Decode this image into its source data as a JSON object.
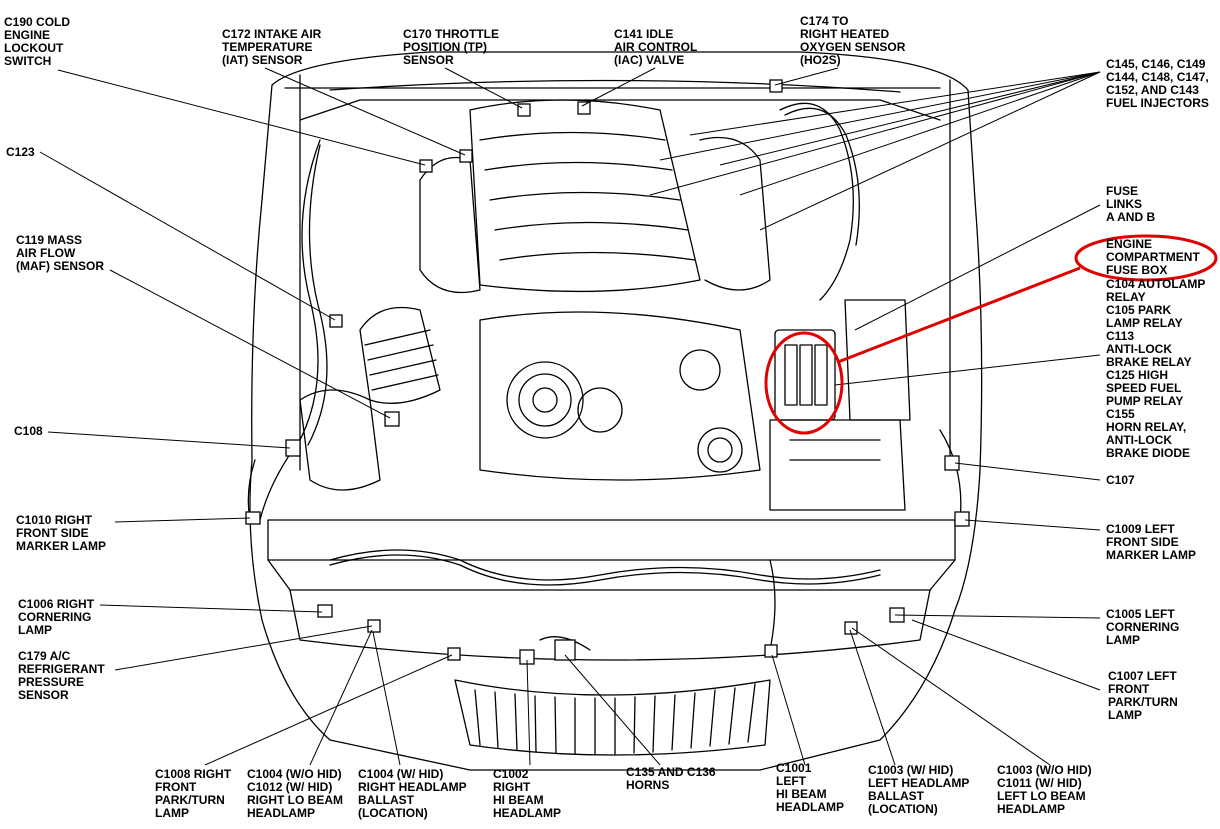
{
  "highlight_color": "#e00000",
  "labels": {
    "c190": "C190 COLD\nENGINE\nLOCKOUT\nSWITCH",
    "c172": "C172 INTAKE AIR\nTEMPERATURE\n(IAT) SENSOR",
    "c170": "C170 THROTTLE\nPOSITION (TP)\nSENSOR",
    "c141": "C141 IDLE\nAIR CONTROL\n(IAC) VALVE",
    "c174": "C174 TO\nRIGHT HEATED\nOXYGEN SENSOR\n(HO2S)",
    "injectors": "C145, C146, C149\nC144, C148, C147,\nC152, AND C143\nFUEL INJECTORS",
    "c123": "C123",
    "fuse_links": "FUSE\nLINKS\nA AND B",
    "fuse_box": "ENGINE\nCOMPARTMENT\nFUSE BOX",
    "c119": "C119 MASS\nAIR FLOW\n(MAF) SENSOR",
    "relays": "C104 AUTOLAMP\nRELAY\nC105 PARK\nLAMP RELAY\nC113\nANTI-LOCK\nBRAKE RELAY\nC125 HIGH\nSPEED FUEL\nPUMP RELAY\nC155\nHORN RELAY,\nANTI-LOCK\nBRAKE DIODE",
    "c108": "C108",
    "c107": "C107",
    "c1010": "C1010 RIGHT\nFRONT SIDE\nMARKER LAMP",
    "c1009": "C1009 LEFT\nFRONT SIDE\nMARKER LAMP",
    "c1006": "C1006 RIGHT\nCORNERING\nLAMP",
    "c1005": "C1005 LEFT\nCORNERING\nLAMP",
    "c179": "C179 A/C\nREFRIGERANT\nPRESSURE\nSENSOR",
    "c1007": "C1007 LEFT\nFRONT\nPARK/TURN\nLAMP",
    "c1008": "C1008 RIGHT\nFRONT\nPARK/TURN\nLAMP",
    "c1004_wo": "C1004 (W/O HID)\nC1012 (W/ HID)\nRIGHT LO BEAM\nHEADLAMP",
    "c1004_w": "C1004 (W/ HID)\nRIGHT HEADLAMP\nBALLAST\n(LOCATION)",
    "c1002": "C1002\nRIGHT\nHI BEAM\nHEADLAMP",
    "horns": "C135 AND C136\nHORNS",
    "c1001": "C1001\nLEFT\nHI BEAM\nHEADLAMP",
    "c1003_w": "C1003 (W/ HID)\nLEFT HEADLAMP\nBALLAST\n(LOCATION)",
    "c1003_wo": "C1003 (W/O HID)\nC1011 (W/ HID)\nLEFT LO BEAM\nHEADLAMP"
  }
}
